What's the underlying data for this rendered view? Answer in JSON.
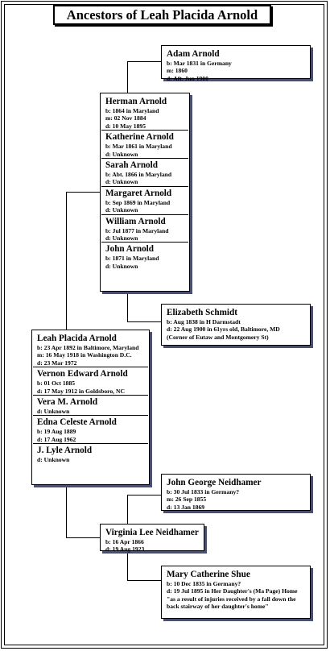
{
  "title": "Ancestors of Leah Placida Arnold",
  "boxes": {
    "adam": {
      "people": [
        {
          "name": "Adam Arnold",
          "facts": [
            "b: Mar 1831 in Germany",
            "m: 1860",
            "d: Aft. Jun 1900"
          ]
        }
      ]
    },
    "herman_family": {
      "people": [
        {
          "name": "Herman Arnold",
          "facts": [
            "b: 1864 in Maryland",
            "m: 02 Nov 1884",
            "d: 10 May 1895"
          ]
        },
        {
          "name": "Katherine Arnold",
          "facts": [
            "b: Mar 1861 in Maryland",
            "d: Unknown"
          ]
        },
        {
          "name": "Sarah Arnold",
          "facts": [
            "b: Abt. 1866 in Maryland",
            "d: Unknown"
          ]
        },
        {
          "name": "Margaret Arnold",
          "facts": [
            "b: Sep 1869 in Maryland",
            "d: Unknown"
          ]
        },
        {
          "name": "William Arnold",
          "facts": [
            "b: Jul 1877 in Maryland",
            "d: Unknown"
          ]
        },
        {
          "name": "John Arnold",
          "facts": [
            "b: 1871 in Maryland",
            "d: Unknown"
          ]
        }
      ]
    },
    "elizabeth": {
      "people": [
        {
          "name": "Elizabeth Schmidt",
          "facts": [
            "b: Aug 1838 in H Darmstadt",
            "d: 22 Aug 1900 in 61yrs old, Baltimore, MD",
            "(Corner of Eutaw and Montgomery St)"
          ]
        }
      ]
    },
    "leah_family": {
      "people": [
        {
          "name": "Leah Placida Arnold",
          "facts": [
            "b: 23 Apr 1892 in Baltimore, Maryland",
            "m: 16 May 1918 in Washington D.C.",
            "d: 23 Mar 1972"
          ]
        },
        {
          "name": "Vernon Edward Arnold",
          "facts": [
            "b: 01 Oct 1885",
            "d: 17 May 1912 in Goldsboro, NC"
          ]
        },
        {
          "name": "Vera M. Arnold",
          "facts": [
            "d: Unknown"
          ]
        },
        {
          "name": "Edna Celeste Arnold",
          "facts": [
            "b: 19 Aug 1889",
            "d: 17 Aug 1962"
          ]
        },
        {
          "name": "J. Lyle Arnold",
          "facts": [
            "d: Unknown"
          ]
        }
      ]
    },
    "john_george": {
      "people": [
        {
          "name": "John George Neidhamer",
          "facts": [
            "b: 30 Jul 1833 in Germany?",
            "m: 26 Sep 1855",
            "d: 13 Jan 1869"
          ]
        }
      ]
    },
    "virginia": {
      "people": [
        {
          "name": "Virginia Lee Neidhamer",
          "facts": [
            "b: 16 Apr 1866",
            "d: 19 Aug 1923"
          ]
        }
      ]
    },
    "mary_catherine": {
      "people": [
        {
          "name": "Mary Catherine Shue",
          "facts": [
            "b: 10 Dec 1835 in Germany?",
            "d: 19 Jul 1895 in Her Daughter's (Ma Page) Home \"as a result of injuries received by a fall down the back stairway of her daughter's home\""
          ]
        }
      ]
    }
  }
}
